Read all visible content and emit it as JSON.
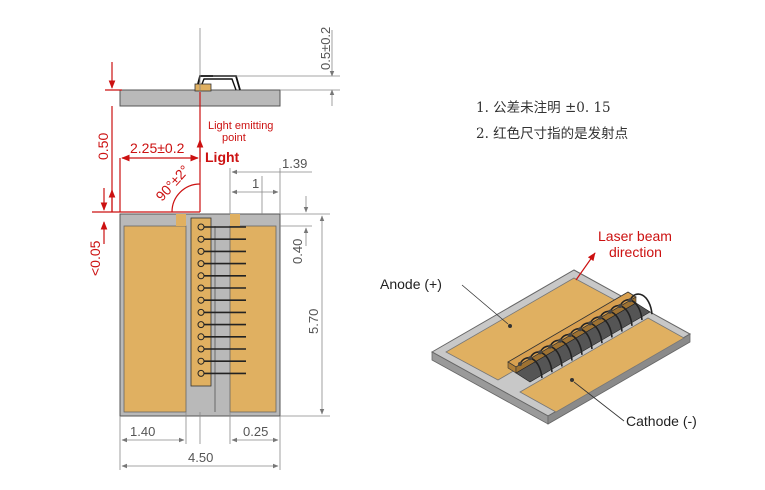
{
  "dimensions": {
    "side_height": "0.5±0.2",
    "offset_050": "0.50",
    "emit_offset": "2.25±0.2",
    "angle": "90°±2°",
    "lt005": "<0.05",
    "w139": "1.39",
    "w1": "1",
    "h040": "0.40",
    "h570": "5.70",
    "w140": "1.40",
    "w025": "0.25",
    "w450": "4.50"
  },
  "labels": {
    "light_emitting_1": "Light emitting",
    "light_emitting_2": "point",
    "light": "Light",
    "laser_beam_1": "Laser beam",
    "laser_beam_2": "direction",
    "anode": "Anode (+)",
    "cathode": "Cathode (-)"
  },
  "notes": {
    "note1": "1. 公差未注明 ±0. 15",
    "note2": "2. 红色尺寸指的是发射点"
  },
  "colors": {
    "copper": "#e0b061",
    "substrate": "#b9b9b9",
    "dimension_red": "#cc1111"
  }
}
